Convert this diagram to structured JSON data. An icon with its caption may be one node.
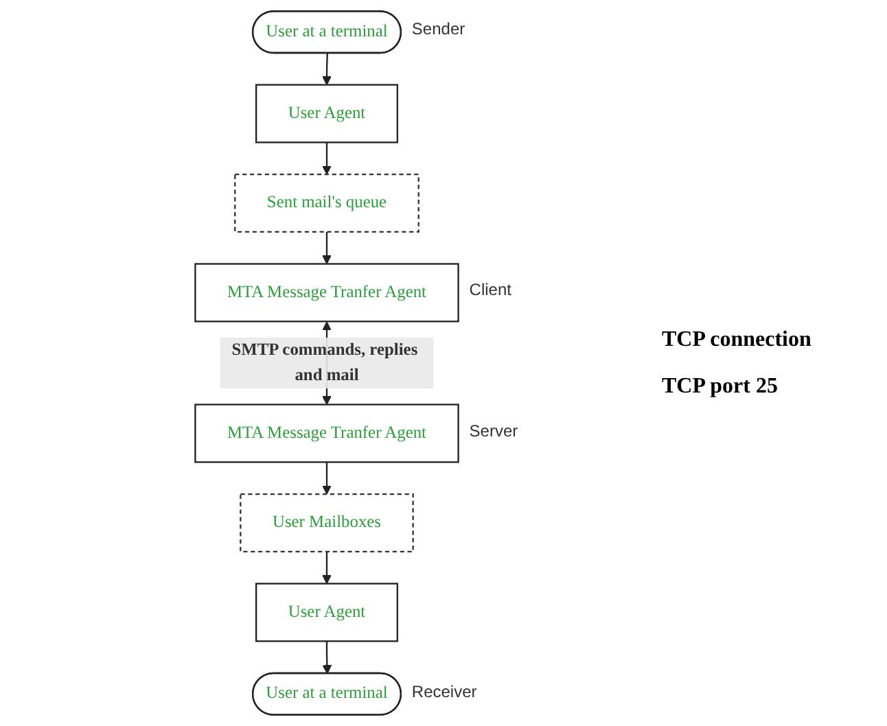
{
  "diagram": {
    "nodes": [
      {
        "text": [
          "User at a terminal"
        ],
        "beside": [
          "Sender"
        ]
      },
      {
        "text": [
          "User Agent"
        ]
      },
      {
        "text": [
          "Sent mail's queue"
        ]
      },
      {
        "text": [
          "MTA Message Tranfer Agent"
        ],
        "beside": [
          "Client"
        ]
      },
      {
        "text": [
          "MTA Message Tranfer Agent"
        ],
        "beside": [
          "Server"
        ]
      },
      {
        "text": [
          "User Mailboxes"
        ]
      },
      {
        "text": [
          "User Agent"
        ]
      },
      {
        "text": [
          "User at a terminal"
        ],
        "beside": [
          "Receiver"
        ]
      }
    ],
    "edges": [
      {
        "from": 0,
        "to": 1,
        "arrow": "to"
      },
      {
        "from": 1,
        "to": 2,
        "arrow": "to"
      },
      {
        "from": 2,
        "to": 3,
        "arrow": "to"
      },
      {
        "from": 3,
        "to": 4,
        "arrow": "both",
        "label": "SMTP commands, replies and mail"
      },
      {
        "from": 4,
        "to": 5,
        "arrow": "to"
      },
      {
        "from": 5,
        "to": 6,
        "arrow": "to"
      },
      {
        "from": 6,
        "to": 7,
        "arrow": "to"
      }
    ],
    "labels": [
      "TCP connection",
      "TCP port 25"
    ]
  }
}
